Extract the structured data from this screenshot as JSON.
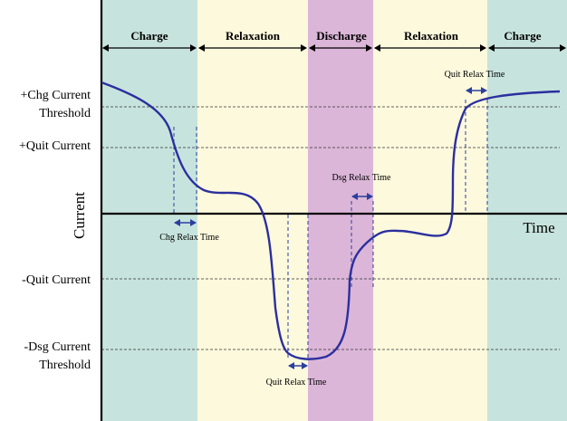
{
  "diagram": {
    "phases": [
      {
        "label": "Charge",
        "color": "#c7e3dd"
      },
      {
        "label": "Relaxation",
        "color": "#fdf9dd"
      },
      {
        "label": "Discharge",
        "color": "#dbb6d8"
      },
      {
        "label": "Relaxation",
        "color": "#fdf9dd"
      },
      {
        "label": "Charge",
        "color": "#c7e3dd"
      }
    ],
    "axis": {
      "y_label": "Current",
      "x_label": "Time"
    },
    "levels": {
      "chg_threshold_line1": "+Chg Current",
      "chg_threshold_line2": "Threshold",
      "quit_pos": "+Quit Current",
      "quit_neg": "-Quit Current",
      "dsg_threshold_line1": "-Dsg Current",
      "dsg_threshold_line2": "Threshold"
    },
    "annotations": {
      "chg_relax": "Chg Relax Time",
      "dsg_relax": "Dsg Relax Time",
      "quit_relax_top": "Quit Relax Time",
      "quit_relax_bottom": "Quit Relax Time"
    },
    "colors": {
      "curve": "#2b2f9e",
      "arrow": "#2b3f9e",
      "axis": "#000000"
    }
  }
}
